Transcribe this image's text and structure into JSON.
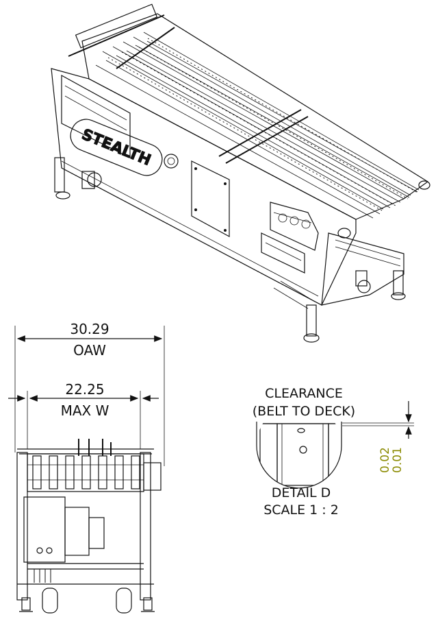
{
  "isometric_view": {
    "brand_panel_text": "STEALTH"
  },
  "front_view": {
    "overall_width": {
      "value": "30.29",
      "label": "OAW"
    },
    "max_width": {
      "value": "22.25",
      "label": "MAX W"
    }
  },
  "detail_view": {
    "clearance_title_line1": "CLEARANCE",
    "clearance_title_line2": "(BELT TO DECK)",
    "tolerance_upper": "0.02",
    "tolerance_lower": "0.01",
    "detail_name": "DETAIL D",
    "detail_scale": "SCALE 1 : 2",
    "tolerance_color": "#8a8a00"
  }
}
